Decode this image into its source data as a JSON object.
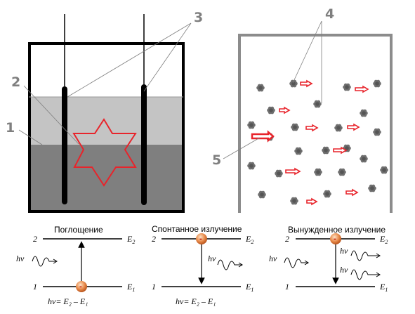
{
  "labels": {
    "n1": "1",
    "n2": "2",
    "n3": "3",
    "n4": "4",
    "n5": "5"
  },
  "transitions": [
    {
      "title": "Поглощение",
      "level_upper": "2",
      "level_lower": "1",
      "e_upper": "E",
      "e_upper_sub": "2",
      "e_lower": "E",
      "e_lower_sub": "1",
      "photon": "hν",
      "formula": "hν= E₂ – E₁"
    },
    {
      "title": "Спонтанное излучение",
      "level_upper": "2",
      "level_lower": "1",
      "e_upper": "E",
      "e_upper_sub": "2",
      "e_lower": "E",
      "e_lower_sub": "1",
      "photon": "hν",
      "formula": "hν= E₂ – E₁"
    },
    {
      "title": "Вынужденное излучение",
      "level_upper": "2",
      "level_lower": "1",
      "e_upper": "E",
      "e_upper_sub": "2",
      "e_lower": "E",
      "e_lower_sub": "1",
      "photon_in": "hν",
      "photon_out_1": "hν",
      "photon_out_2": "hν"
    }
  ],
  "colors": {
    "star_outline": "#e8242b",
    "arrow_red": "#e8242b",
    "electron": "#e07a3a",
    "liquid_light": "#c0c0c0",
    "liquid_dark": "#7f7f7f",
    "atom": "#6f6f6f",
    "frame": "#000000",
    "frame_grey": "#8c8c8c"
  }
}
